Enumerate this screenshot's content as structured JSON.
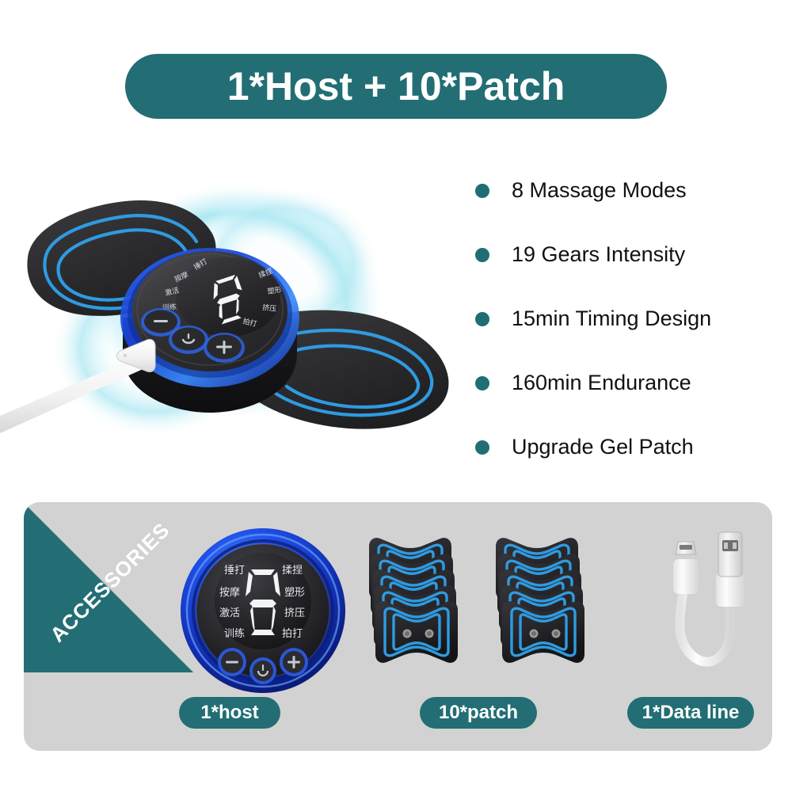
{
  "banner": {
    "title": "1*Host + 10*Patch",
    "bg_color": "#226E74",
    "text_color": "#FFFFFF"
  },
  "features": {
    "bullet_color": "#1F6E74",
    "items": [
      {
        "label": "8 Massage Modes"
      },
      {
        "label": "19 Gears Intensity"
      },
      {
        "label": "15min Timing Design"
      },
      {
        "label": "160min Endurance"
      },
      {
        "label": "Upgrade Gel Patch"
      }
    ]
  },
  "hero": {
    "device_display_value": "8",
    "mode_labels_left": [
      "捶打",
      "按摩",
      "激活",
      "训练"
    ],
    "mode_labels_right": [
      "揉捏",
      "塑形",
      "挤压",
      "拍打"
    ],
    "buttons": [
      "minus",
      "power",
      "plus"
    ],
    "glow_color": "#A8E8F0",
    "trace_color": "#2F9BE0",
    "body_color": "#2B2B2D",
    "rim_color": "#1D55D8"
  },
  "accessories": {
    "panel_bg": "#D2D2D2",
    "corner_label": "ACCESSORIES",
    "corner_bg": "#226E74",
    "host": {
      "display_value": "8",
      "mode_labels_left": [
        "捶打",
        "按摩",
        "激活",
        "训练"
      ],
      "mode_labels_right": [
        "揉捏",
        "塑形",
        "挤压",
        "拍打"
      ],
      "caption": "1*host"
    },
    "patches": {
      "stack_count": 2,
      "patches_per_stack": 5,
      "caption": "10*patch"
    },
    "cable": {
      "type": "USB-A to micro-USB",
      "color": "#FFFFFF",
      "caption": "1*Data line"
    }
  }
}
